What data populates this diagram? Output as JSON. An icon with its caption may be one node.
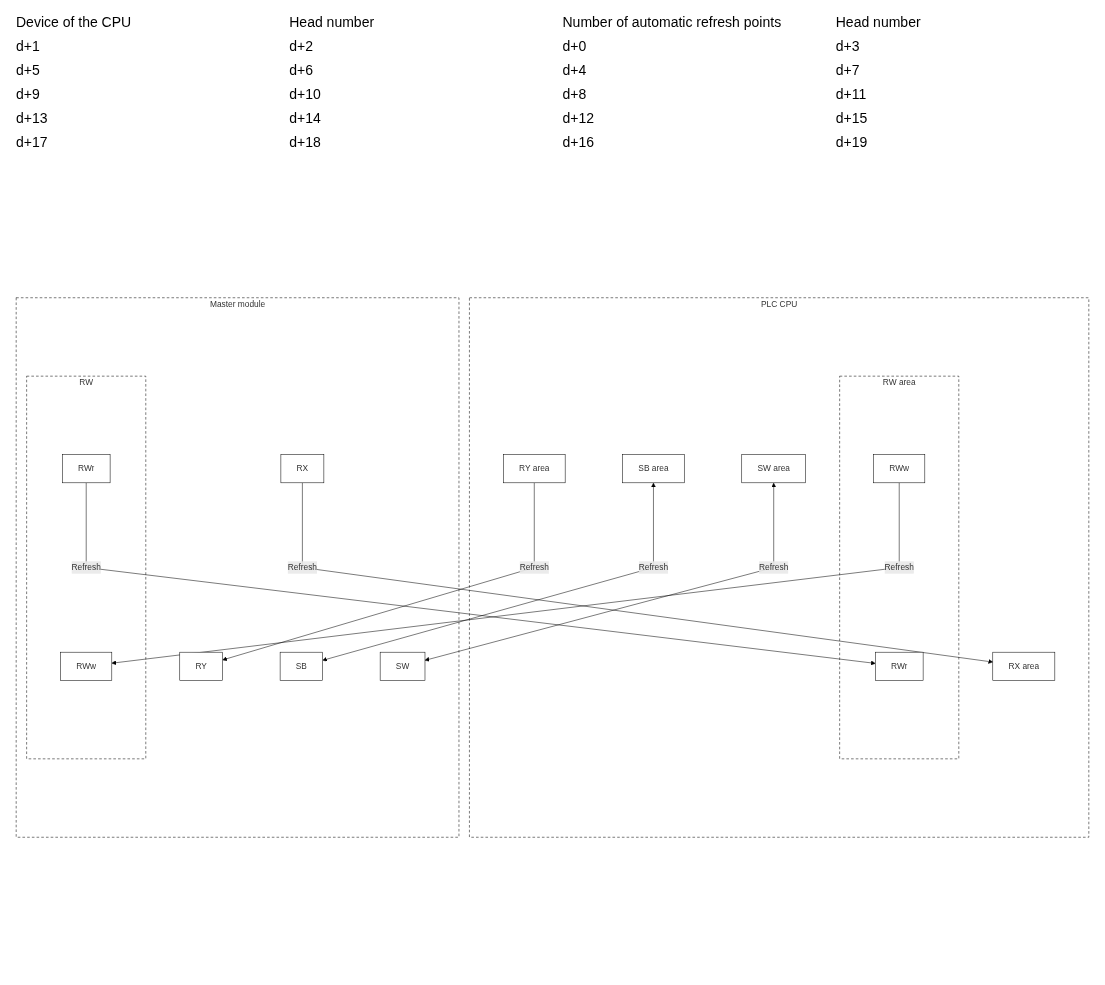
{
  "diagram": {
    "nodes": [
      {
        "text": [
          "PLC CPU"
        ]
      },
      {
        "text": [
          "RX area"
        ],
        "in": 0
      },
      {
        "text": [
          "RY area"
        ],
        "in": 0
      },
      {
        "text": [
          "RW area"
        ],
        "in": 0
      },
      {
        "text": [
          "RWw"
        ],
        "in": 3
      },
      {
        "text": [
          "RWr"
        ],
        "in": 3
      },
      {
        "text": [
          "SB area"
        ],
        "in": 0
      },
      {
        "text": [
          "SW area"
        ],
        "in": 0
      },
      {
        "text": [
          "Master module"
        ]
      },
      {
        "text": [
          "RX"
        ],
        "in": 8
      },
      {
        "text": [
          "RY"
        ],
        "in": 8
      },
      {
        "text": [
          "RW"
        ],
        "in": 8
      },
      {
        "text": [
          "RWw"
        ],
        "in": 11
      },
      {
        "text": [
          "RWr"
        ],
        "in": 11
      },
      {
        "text": [
          "SB"
        ],
        "in": 8
      },
      {
        "text": [
          "SW"
        ],
        "in": 8
      }
    ],
    "edges": [
      {
        "from": 9,
        "to": 1,
        "arrow": "to",
        "label": "Refresh"
      },
      {
        "from": 2,
        "to": 10,
        "arrow": "to",
        "label": "Refresh"
      },
      {
        "from": 4,
        "to": 12,
        "arrow": "to",
        "label": "Refresh"
      },
      {
        "from": 13,
        "to": 5,
        "arrow": "to",
        "label": "Refresh"
      },
      {
        "from": 6,
        "to": 14,
        "arrow": "both",
        "label": "Refresh"
      },
      {
        "from": 7,
        "to": 15,
        "arrow": "both",
        "label": "Refresh"
      }
    ],
    "labels": [
      "Device of the CPU",
      "Head number",
      "Number of automatic refresh points",
      "Head number",
      "d+1",
      "d+2",
      "d+0",
      "d+3",
      "d+5",
      "d+6",
      "d+4",
      "d+7",
      "d+9",
      "d+10",
      "d+8",
      "d+11",
      "d+13",
      "d+14",
      "d+12",
      "d+15",
      "d+17",
      "d+18",
      "d+16",
      "d+19"
    ]
  }
}
